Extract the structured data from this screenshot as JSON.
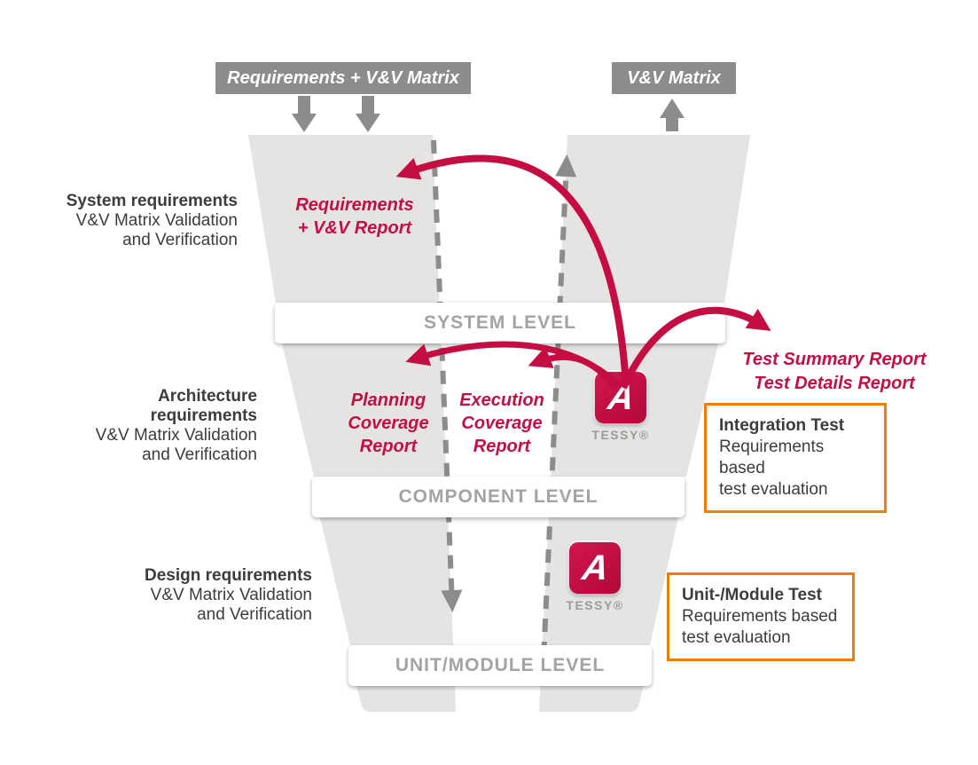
{
  "colors": {
    "brand_red": "#c40d42",
    "gray": "#8c8c8c",
    "orange": "#f07d00",
    "funnel_gray": "#e5e4e2"
  },
  "top_boxes": {
    "left": "Requirements + V&V Matrix",
    "right": "V&V Matrix"
  },
  "side_labels": [
    {
      "title": "System requirements",
      "line1": "V&V Matrix Validation",
      "line2": "and Verification"
    },
    {
      "title": "Architecture requirements",
      "line1": "V&V Matrix Validation",
      "line2": "and Verification"
    },
    {
      "title": "Design requirements",
      "line1": "V&V Matrix Validation",
      "line2": "and Verification"
    }
  ],
  "levels": {
    "system": "SYSTEM LEVEL",
    "component": "COMPONENT LEVEL",
    "unit": "UNIT/MODULE LEVEL"
  },
  "reports": {
    "requirements": {
      "line1": "Requirements",
      "line2": "+ V&V Report"
    },
    "planning": {
      "line1": "Planning",
      "line2": "Coverage",
      "line3": "Report"
    },
    "execution": {
      "line1": "Execution",
      "line2": "Coverage",
      "line3": "Report"
    },
    "summary": {
      "line1": "Test Summary Report",
      "line2": "Test Details Report"
    }
  },
  "test_boxes": {
    "integration": {
      "title": "Integration Test",
      "line1": "Requirements based",
      "line2": "test evaluation"
    },
    "unit": {
      "title": "Unit-/Module Test",
      "line1": "Requirements based",
      "line2": "test evaluation"
    }
  },
  "tessy": {
    "label": "TESSY®",
    "glyph": "A"
  }
}
